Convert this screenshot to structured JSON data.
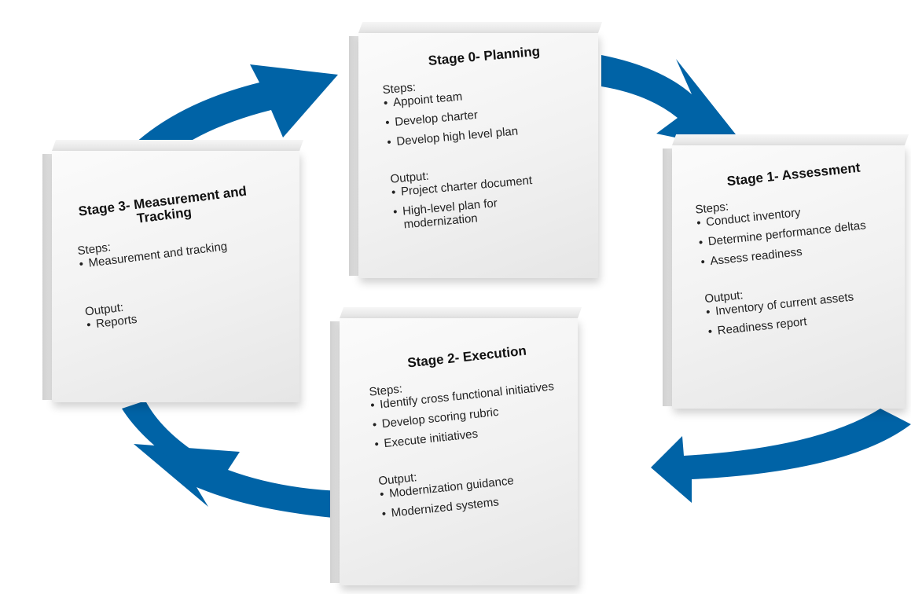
{
  "colors": {
    "arrow": "#0063a6",
    "box_face": "#f2f2f2"
  },
  "stages": [
    {
      "title": "Stage 0- Planning",
      "steps_label": "Steps:",
      "steps": [
        "Appoint team",
        "Develop charter",
        "Develop high level plan"
      ],
      "output_label": "Output:",
      "outputs": [
        "Project charter document",
        "High-level plan for modernization"
      ]
    },
    {
      "title": "Stage 1- Assessment",
      "steps_label": "Steps:",
      "steps": [
        "Conduct inventory",
        "Determine performance deltas",
        "Assess readiness"
      ],
      "output_label": "Output:",
      "outputs": [
        "Inventory of current assets",
        "Readiness report"
      ]
    },
    {
      "title": "Stage 2- Execution",
      "steps_label": "Steps:",
      "steps": [
        "Identify cross functional initiatives",
        "Develop scoring rubric",
        "Execute initiatives"
      ],
      "output_label": "Output:",
      "outputs": [
        "Modernization guidance",
        "Modernized systems"
      ]
    },
    {
      "title": "Stage 3- Measurement and Tracking",
      "steps_label": "Steps:",
      "steps": [
        "Measurement and tracking"
      ],
      "output_label": "Output:",
      "outputs": [
        "Reports"
      ]
    }
  ]
}
